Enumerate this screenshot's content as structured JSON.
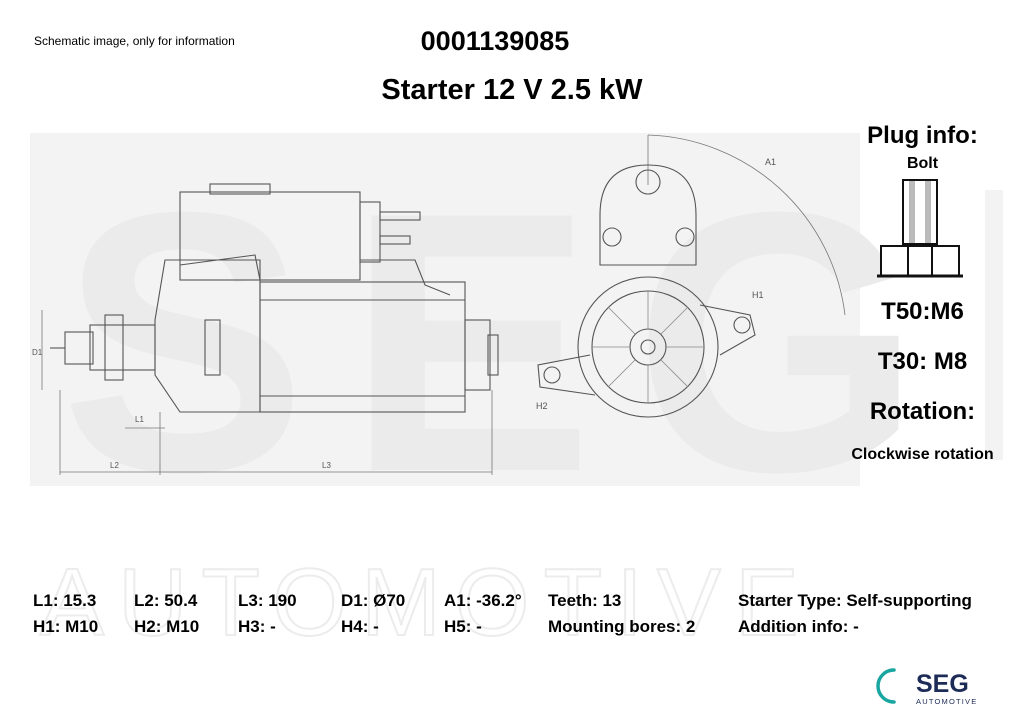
{
  "header": {
    "disclaimer": "Schematic image, only for information",
    "part_number": "0001139085",
    "title": "Starter 12 V 2.5 kW"
  },
  "plug": {
    "title": "Plug info:",
    "subtitle": "Bolt",
    "t50": "T50:M6",
    "t30": "T30: M8",
    "rotation_title": "Rotation:",
    "rotation_value": "Clockwise rotation"
  },
  "drawing_labels": {
    "d1": "D1",
    "l1": "L1",
    "l2": "L2",
    "l3": "L3",
    "a1": "A1",
    "h1": "H1",
    "h2": "H2"
  },
  "specs": {
    "l1": "L1: 15.3",
    "l2": "L2: 50.4",
    "l3": "L3: 190",
    "d1": "D1: Ø70",
    "a1": "A1: -36.2°",
    "teeth": "Teeth: 13",
    "starter_type": "Starter Type:  Self-supporting",
    "h1": "H1: M10",
    "h2": "H2: M10",
    "h3": "H3: -",
    "h4": "H4: -",
    "h5": "H5: -",
    "mounting": "Mounting bores: 2",
    "addition": "Addition info: -"
  },
  "watermark": {
    "brand": "SEG",
    "sub": "AUTOMOTIVE"
  },
  "logo": {
    "brand": "SEG",
    "sub": "AUTOMOTIVE",
    "accent": "#1aa6a0",
    "brand_color": "#1d2b57"
  }
}
